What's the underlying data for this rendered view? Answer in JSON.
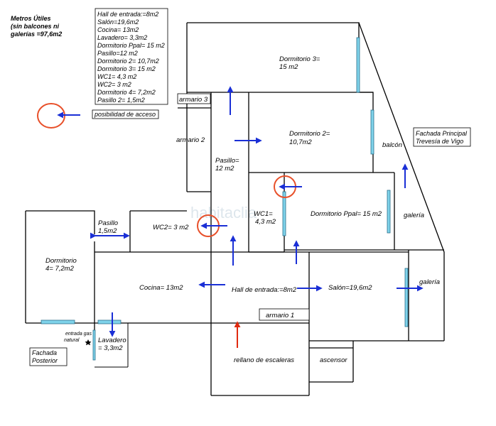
{
  "watermark": "habitaclia",
  "title": {
    "lines": [
      "Metros Útiles",
      "(sin balcones ni",
      "galerías =97,6m2"
    ]
  },
  "legend": {
    "lines": [
      "Hall de entrada:=8m2",
      "Salón=19,6m2",
      "Cocina= 13m2",
      "Lavadero= 3,3m2",
      "Dormitorio Ppal= 15 m2",
      "Pasillo=12 m2",
      "Dormitorio 2= 10,7m2",
      "Dormitorio 3= 15 m2",
      "WC1= 4,3 m2",
      "WC2= 3 m2",
      "Dormitorio 4= 7,2m2",
      "Pasillo 2= 1,5m2"
    ]
  },
  "access_note": "posibilidad de acceso",
  "facade_front": [
    "Fachada Principal",
    "Trevesía de Vigo"
  ],
  "facade_back": [
    "Fachada",
    "Posterior"
  ],
  "rooms": {
    "dormitorio3": [
      "Dormitorio 3=",
      "15 m2"
    ],
    "armario3": "armario 3",
    "dormitorio2": [
      "Dormitorio 2=",
      "10,7m2"
    ],
    "balcon": "balcón",
    "armario2": "armario 2",
    "pasillo": [
      "Pasillo=",
      "12 m2"
    ],
    "wc1": [
      "WC1=",
      "4,3 m2"
    ],
    "dormitorio_ppal": "Dormitorio Ppal= 15 m2",
    "galeria_top": "galería",
    "pasillo2": [
      "Pasillo",
      "1,5m2"
    ],
    "wc2": "WC2= 3 m2",
    "dormitorio4": [
      "Dormitorio",
      "4= 7,2m2"
    ],
    "cocina": "Cocina= 13m2",
    "hall": "Hall de entrada:=8m2",
    "salon": "Salón=19,6m2",
    "galeria_bottom": "galería",
    "armario1": "armario 1",
    "gas": [
      "entrada gas",
      "natural"
    ],
    "lavadero": [
      "Lavadero",
      "= 3,3m2"
    ],
    "rellano": "rellano de escaleras",
    "ascensor": "ascensor"
  },
  "colors": {
    "arrow": "#1a2fd6",
    "entry_arrow": "#e02a10",
    "circle": "#e8502a",
    "window": "#7fd3ea"
  }
}
